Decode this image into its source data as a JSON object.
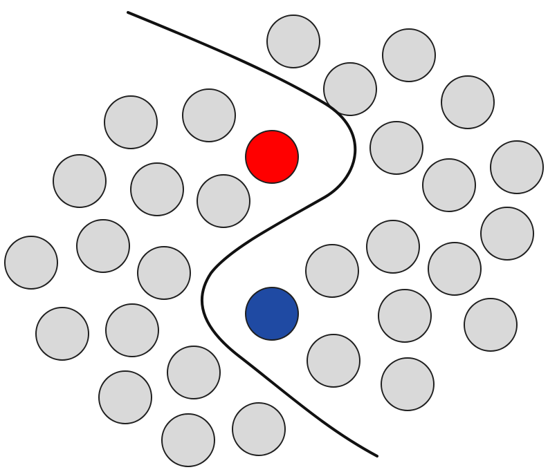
{
  "colors": {
    "background": "#ffffff",
    "neutral_fill": "#d9d9d9",
    "neutral_stroke": "#1f1f1f",
    "red": "#ff0000",
    "blue": "#1f4aa3",
    "boundary": "#111111"
  },
  "elements": {
    "boundary_icon": "curved-decision-boundary",
    "red_point_icon": "red-circle",
    "blue_point_icon": "blue-circle",
    "neutral_point_icon": "gray-circle"
  }
}
